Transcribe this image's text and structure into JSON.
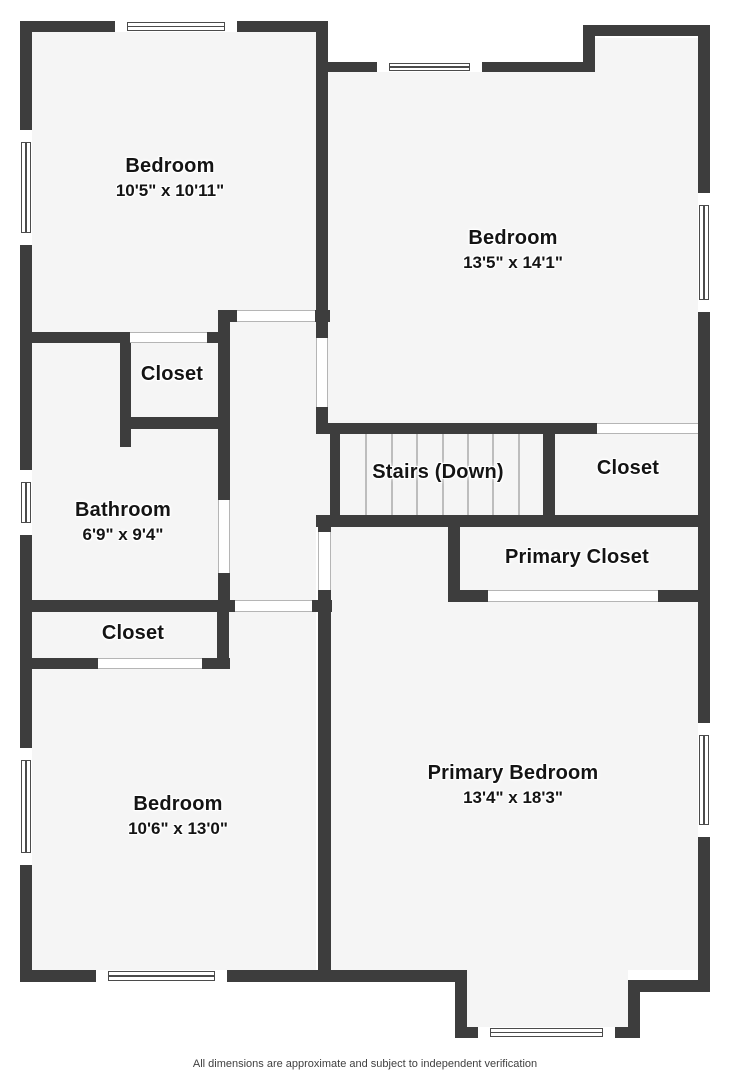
{
  "plan": {
    "rooms": [
      {
        "id": "bedroom-top-left",
        "name": "Bedroom",
        "dims": "10'5\" x 10'11\""
      },
      {
        "id": "bedroom-top-right",
        "name": "Bedroom",
        "dims": "13'5\" x 14'1\""
      },
      {
        "id": "closet-top",
        "name": "Closet"
      },
      {
        "id": "bathroom",
        "name": "Bathroom",
        "dims": "6'9\" x 9'4\""
      },
      {
        "id": "stairs",
        "name": "Stairs (Down)"
      },
      {
        "id": "closet-upper-right",
        "name": "Closet"
      },
      {
        "id": "primary-closet",
        "name": "Primary Closet"
      },
      {
        "id": "closet-lower-left",
        "name": "Closet"
      },
      {
        "id": "bedroom-bottom-left",
        "name": "Bedroom",
        "dims": "10'6\" x 13'0\""
      },
      {
        "id": "primary-bedroom",
        "name": "Primary Bedroom",
        "dims": "13'4\" x 18'3\""
      }
    ],
    "footer": "All dimensions are approximate and subject to independent verification",
    "colors": {
      "wall": "#3d3d3d",
      "floor": "#f5f5f5",
      "background": "#ffffff"
    }
  }
}
